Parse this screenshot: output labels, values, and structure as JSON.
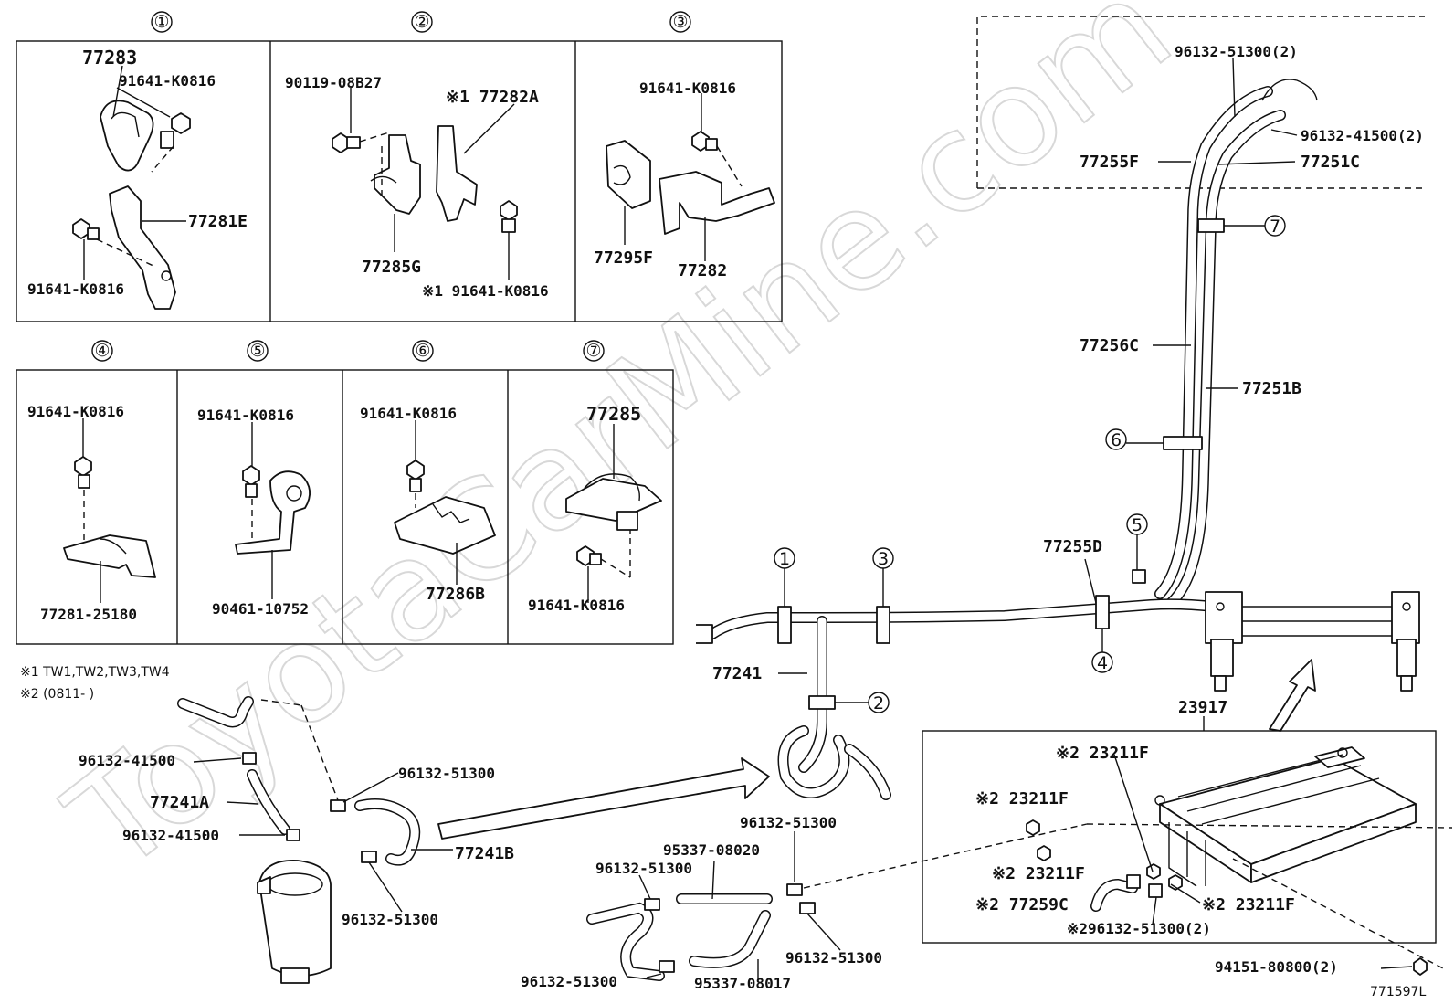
{
  "watermark": "ToyotaCarMine.com",
  "diagram_code": "771597L",
  "notes": {
    "note1": "※1  TW1,TW2,TW3,TW4",
    "note2": "※2 (0811-         )"
  },
  "detail_numbers": [
    "①",
    "②",
    "③",
    "④",
    "⑤",
    "⑥",
    "⑦"
  ],
  "labels": {
    "p77283": "77283",
    "d1_bolt_top": "91641-K0816",
    "p77281E": "77281E",
    "d1_bolt_bottom": "91641-K0816",
    "p90119": "90119-08B27",
    "p77282A": "※1 77282A",
    "p77285G": "77285G",
    "d2_bolt": "※1 91641-K0816",
    "d3_bolt": "91641-K0816",
    "p77295F": "77295F",
    "p77282": "77282",
    "d4_bolt": "91641-K0816",
    "p77281_25180": "77281-25180",
    "d5_bolt": "91641-K0816",
    "p90461": "90461-10752",
    "d6_bolt": "91641-K0816",
    "p77286B": "77286B",
    "p77285": "77285",
    "d7_bolt": "91641-K0816",
    "c96132_51300_2": "96132-51300(2)",
    "c96132_41500_2": "96132-41500(2)",
    "p77255F": "77255F",
    "p77251C": "77251C",
    "p77256C": "77256C",
    "p77251B": "77251B",
    "p77255D": "77255D",
    "p77241": "77241",
    "p23917": "23917",
    "f23211F_a": "※2 23211F",
    "f23211F_b": "※2 23211F",
    "f23211F_c": "※2 23211F",
    "f23211F_d": "※2 23211F",
    "p77259C": "※2 77259C",
    "c96132_51300_2b": "※296132-51300(2)",
    "p94151": "94151-80800(2)",
    "c96132_41500_a": "96132-41500",
    "p77241A": "77241A",
    "c96132_41500_b": "96132-41500",
    "c96132_51300_a": "96132-51300",
    "p77241B": "77241B",
    "c96132_51300_b": "96132-51300",
    "c96132_51300_c": "96132-51300",
    "p95337_08020": "95337-08020",
    "c96132_51300_d": "96132-51300",
    "c96132_51300_e": "96132-51300",
    "c96132_51300_f": "96132-51300",
    "p95337_08017": "95337-08017"
  }
}
